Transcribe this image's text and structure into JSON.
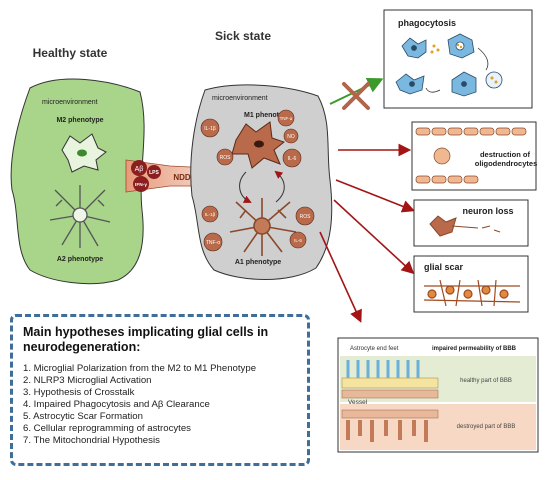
{
  "labels": {
    "healthy_state": "Healthy state",
    "sick_state": "Sick state",
    "microenv_left": "microenvironment",
    "microenv_right": "microenvironment",
    "m2": "M2 phenotype",
    "a2": "A2 phenotype",
    "m1": "M1 phenotype",
    "a1": "A1 phenotype",
    "ndd": "NDD",
    "abeta": "Aβ",
    "lps": "LPS",
    "ifn": "IFN-γ"
  },
  "cytokines": {
    "il1b_a": "IL-1β",
    "tnf_a": "TNF-α",
    "no": "NO",
    "ros_a": "ROS",
    "il6_a": "IL-6",
    "il1b_b": "IL-1β",
    "ros_b": "ROS",
    "tnf_b": "TNF-α",
    "il6_b": "IL-6"
  },
  "outcomes": {
    "phagocytosis": "phagocytosis",
    "destruction": "destruction of oligodendrocytes",
    "neuron_loss": "neuron loss",
    "glial_scar": "glial scar"
  },
  "bbb": {
    "end_feet": "Astrocyte end feet",
    "impaired": "impaired permeability of BBB",
    "vessel": "Vessel",
    "healthy": "healthy part of BBB",
    "destroyed": "destroyed part of BBB"
  },
  "hypotheses": {
    "title": "Main hypotheses implicating glial cells in neurodegeneration:",
    "items": [
      "1. Microglial Polarization from the M2 to M1 Phenotype",
      "2. NLRP3 Microglial Activation",
      "3. Hypothesis of Crosstalk",
      "4. Impaired Phagocytosis and Aβ Clearance",
      "5. Astrocytic Scar Formation",
      "6. Cellular reprogramming of astrocytes",
      "7. The Mitochondrial Hypothesis"
    ]
  },
  "colors": {
    "healthy_fill": "#a8d58a",
    "sick_fill": "#cfcfcf",
    "cell_brown": "#b86a4a",
    "arrow_red": "#a31515",
    "box_border": "#3f6f98"
  }
}
